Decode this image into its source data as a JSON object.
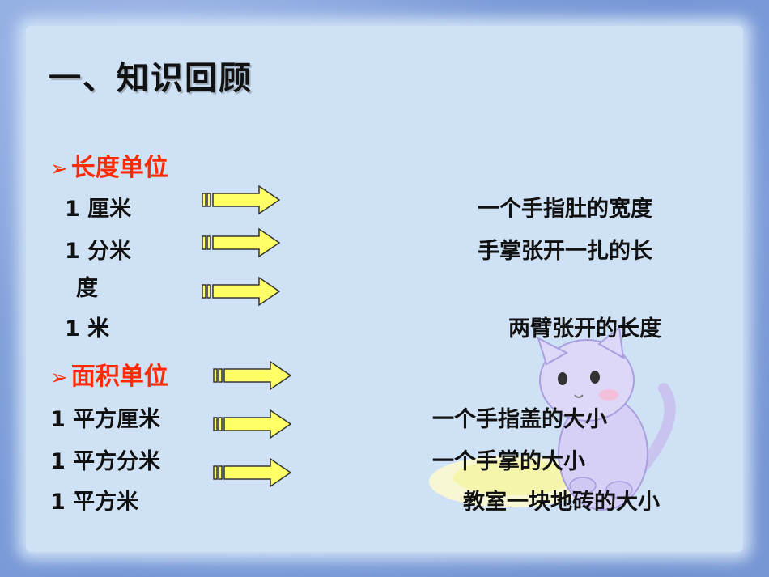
{
  "title": "一、知识回顾",
  "sections": [
    {
      "marker": "➢",
      "heading": "长度单位",
      "items": [
        {
          "unit": "1 厘米",
          "desc": "一个手指肚的宽度"
        },
        {
          "unit": "1 分米",
          "unit_wrap": "度",
          "desc": "手掌张开一扎的长"
        },
        {
          "unit": "1 米",
          "desc": "两臂张开的长度"
        }
      ]
    },
    {
      "marker": "➢",
      "heading": "面积单位",
      "items": [
        {
          "unit": "1 平方厘米",
          "desc": "一个手指盖的大小"
        },
        {
          "unit": "1 平方分米",
          "desc": "一个手掌的大小"
        },
        {
          "unit": "1 平方米",
          "desc": "教室一块地砖的大小"
        }
      ]
    }
  ],
  "colors": {
    "heading": "#ff2a00",
    "arrow_fill": "#ffff66",
    "panel": "#cfe1f5"
  },
  "icons": [
    "double-arrow-icon",
    "cat-illustration"
  ]
}
